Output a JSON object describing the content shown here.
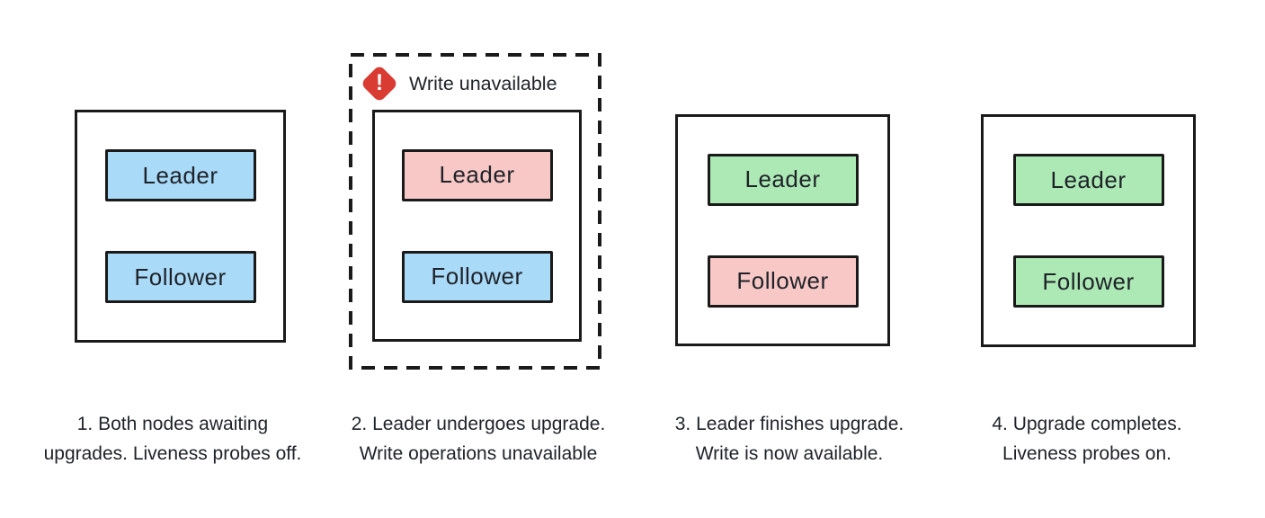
{
  "colors": {
    "ink": "#1a1a1a",
    "background": "#ffffff",
    "text": "#1f2228",
    "node_blue": "#a9daf8",
    "node_pink": "#f8c8c6",
    "node_green": "#ace9b5",
    "alert_red": "#d93a31"
  },
  "panels": [
    {
      "stage": "1",
      "caption_line1": "1. Both nodes awaiting",
      "caption_line2": "upgrades. Liveness probes off.",
      "nodes": [
        {
          "label": "Leader",
          "color": "#a9daf8"
        },
        {
          "label": "Follower",
          "color": "#a9daf8"
        }
      ]
    },
    {
      "stage": "2",
      "caption_line1": "2. Leader undergoes upgrade.",
      "caption_line2": "Write operations unavailable",
      "alert": {
        "glyph": "!",
        "label": "Write unavailable",
        "color": "#d93a31"
      },
      "nodes": [
        {
          "label": "Leader",
          "color": "#f8c8c6"
        },
        {
          "label": "Follower",
          "color": "#a9daf8"
        }
      ]
    },
    {
      "stage": "3",
      "caption_line1": "3. Leader finishes upgrade.",
      "caption_line2": "Write is now available.",
      "nodes": [
        {
          "label": "Leader",
          "color": "#ace9b5"
        },
        {
          "label": "Follower",
          "color": "#f8c8c6"
        }
      ]
    },
    {
      "stage": "4",
      "caption_line1": "4. Upgrade completes.",
      "caption_line2": "Liveness probes on.",
      "nodes": [
        {
          "label": "Leader",
          "color": "#ace9b5"
        },
        {
          "label": "Follower",
          "color": "#ace9b5"
        }
      ]
    }
  ]
}
